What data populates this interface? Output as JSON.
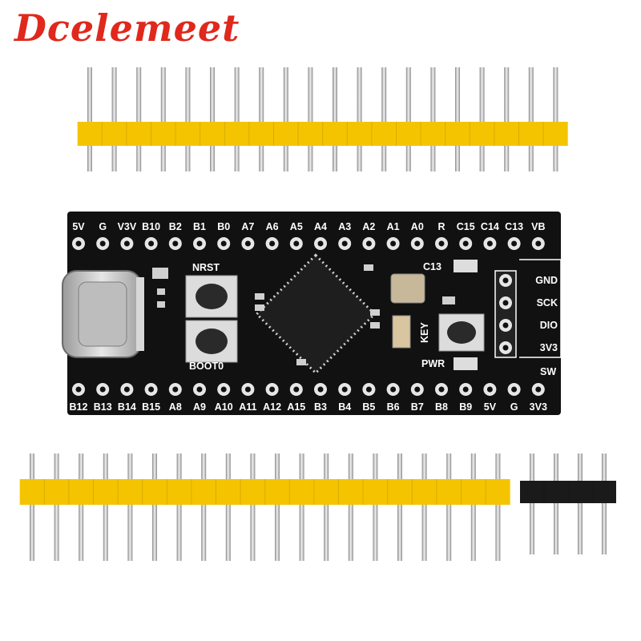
{
  "brand": "Dcelemeet",
  "board": {
    "top_pins": [
      "5V",
      "G",
      "V3V",
      "B10",
      "B2",
      "B1",
      "B0",
      "A7",
      "A6",
      "A5",
      "A4",
      "A3",
      "A2",
      "A1",
      "A0",
      "R",
      "C15",
      "C14",
      "C13",
      "VB"
    ],
    "bottom_pins": [
      "B12",
      "B13",
      "B14",
      "B15",
      "A8",
      "A9",
      "A10",
      "A11",
      "A12",
      "A15",
      "B3",
      "B4",
      "B5",
      "B6",
      "B7",
      "B8",
      "B9",
      "5V",
      "G",
      "3V3"
    ],
    "swd_pins": [
      "GND",
      "SCK",
      "DIO",
      "3V3"
    ],
    "swd_footer": "SW",
    "labels": {
      "nrst": "NRST",
      "boot0": "BOOT0",
      "c13": "C13",
      "key": "KEY",
      "pwr": "PWR"
    }
  },
  "colors": {
    "brand": "#e0281c",
    "header_plastic": "#f5c400",
    "board": "#111111",
    "pin_metal": "#c8c8c8",
    "black_header": "#1a1a1a"
  }
}
